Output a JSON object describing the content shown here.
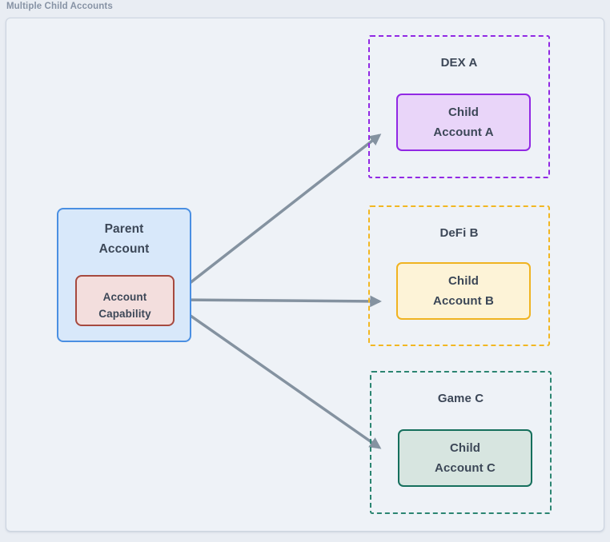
{
  "frame": {
    "title": "Multiple Child Accounts"
  },
  "parent": {
    "label": "Parent\nAccount",
    "fill": "#d8e8fa",
    "border": "#4a8fe2",
    "capability": {
      "label": "Account\nCapability",
      "fill": "#f3dedd",
      "border": "#a6493f"
    }
  },
  "children": [
    {
      "group_label": "DEX A",
      "label": "Child\nAccount A",
      "border": "#9128e4",
      "fill": "#e9d5f9"
    },
    {
      "group_label": "DeFi B",
      "label": "Child\nAccount B",
      "border": "#f0b321",
      "fill": "#fdf3d7"
    },
    {
      "group_label": "Game C",
      "label": "Child\nAccount C",
      "border": "#156f5c",
      "fill": "#d7e5e0"
    }
  ],
  "arrows": {
    "color": "#8492a0",
    "count": 3
  }
}
